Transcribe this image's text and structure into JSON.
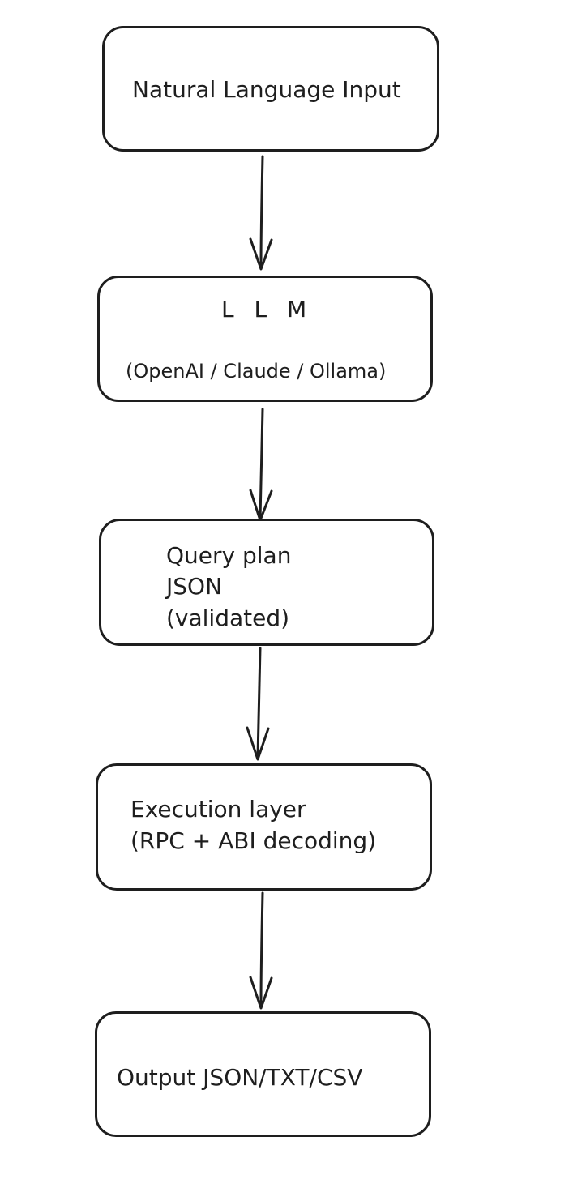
{
  "diagram": {
    "nodes": [
      {
        "id": "input",
        "lines": [
          "Natural Language Input"
        ]
      },
      {
        "id": "llm",
        "lines": [
          "L L M",
          "(OpenAI / Claude / Ollama)"
        ]
      },
      {
        "id": "plan",
        "lines": [
          "Query plan",
          "JSON",
          "(validated)"
        ]
      },
      {
        "id": "exec",
        "lines": [
          "Execution layer",
          "(RPC + ABI decoding)"
        ]
      },
      {
        "id": "output",
        "lines": [
          "Output JSON/TXT/CSV"
        ]
      }
    ],
    "edges": [
      {
        "from": "input",
        "to": "llm"
      },
      {
        "from": "llm",
        "to": "plan"
      },
      {
        "from": "plan",
        "to": "exec"
      },
      {
        "from": "exec",
        "to": "output"
      }
    ],
    "stroke_color": "#1e1e1e",
    "background_color": "#ffffff"
  }
}
